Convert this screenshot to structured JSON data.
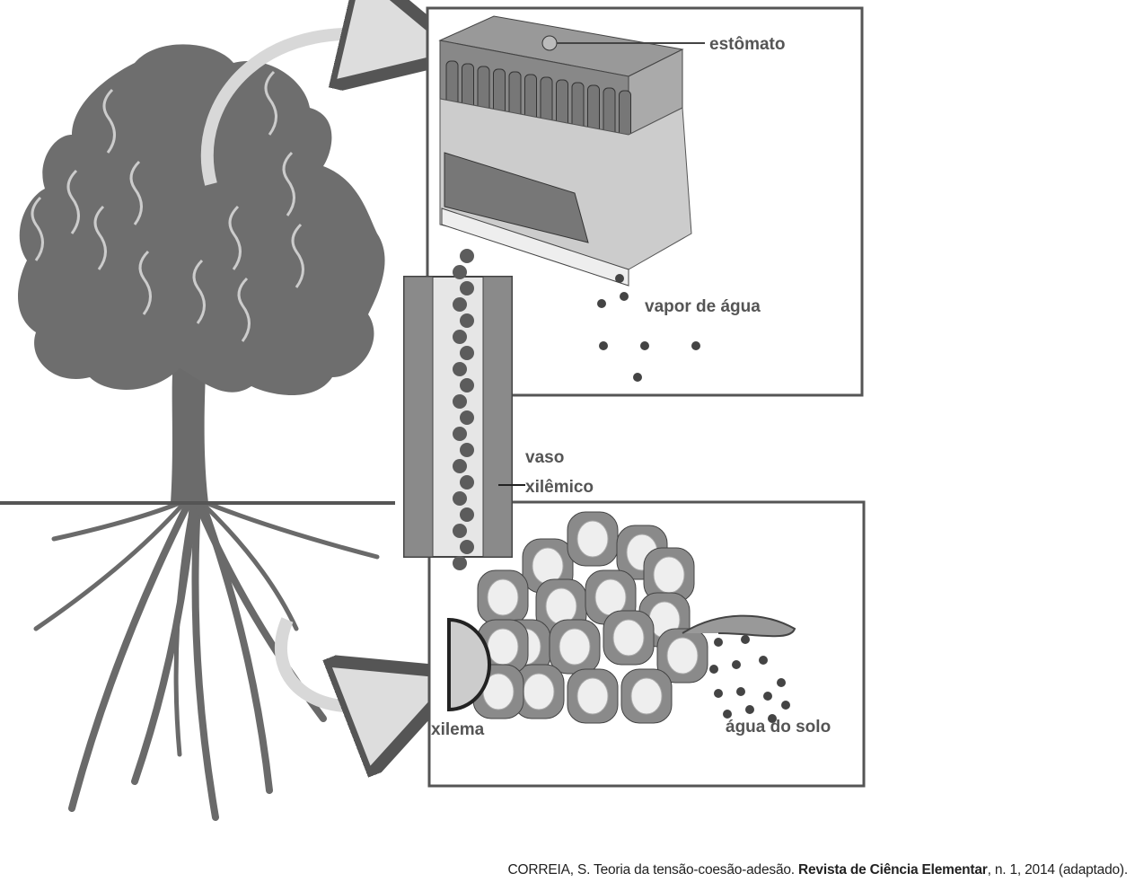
{
  "labels": {
    "stomata": "estômato",
    "vapor": "vapor de água",
    "vessel_line1": "vaso",
    "vessel_line2": "xilêmico",
    "xylem": "xilema",
    "soil_water": "água do solo"
  },
  "citation": {
    "author": "CORREIA, S. Teoria da tensão-coesão-adesão.",
    "journal": "Revista de Ciência Elementar",
    "details": ", n. 1, 2014 (adaptado)."
  }
}
